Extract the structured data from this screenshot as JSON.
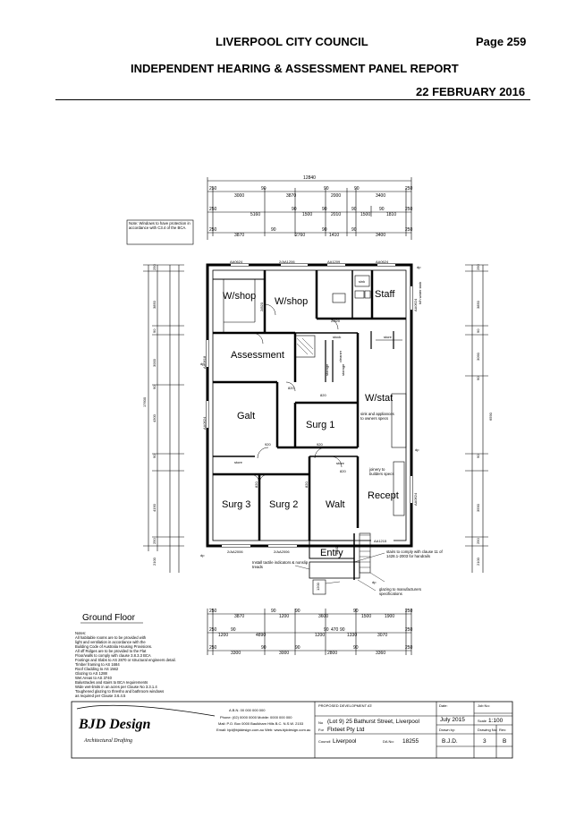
{
  "header": {
    "council": "LIVERPOOL CITY COUNCIL",
    "page": "Page 259",
    "report": "INDEPENDENT HEARING & ASSESSMENT PANEL REPORT",
    "date": "22 FEBRUARY 2016"
  },
  "plan": {
    "rooms": {
      "wshop1": "W/shop",
      "wshop2": "W/shop",
      "staff": "Staff",
      "assessment": "Assessment",
      "wstat": "W/stat",
      "galt": "Galt",
      "surg1": "Surg 1",
      "surg3": "Surg 3",
      "surg2": "Surg 2",
      "walt": "Walt",
      "recept": "Recept",
      "entry": "Entry"
    },
    "small_labels": {
      "sink": "sink",
      "stock": "stock",
      "store": "store",
      "storage": "storage",
      "cleaner": "cleaner",
      "sink_appliances": "sink and appliances to owners specs",
      "joinery": "joinery to builders specs",
      "hot_water": "h/h water tank"
    },
    "windows": {
      "top": [
        "AA0624",
        "2/AA1206",
        "AA1209",
        "AA0624"
      ],
      "left": [
        "AA0618",
        "AA0624"
      ],
      "right": [
        "AA0624",
        "AA0624"
      ],
      "bottom": [
        "2/AA2006",
        "2/AA2006",
        "AA1215"
      ]
    },
    "door_widths": [
      "2/820",
      "2/820",
      "820",
      "820",
      "920",
      "920",
      "820",
      "820",
      "820"
    ],
    "overall_width": "12840",
    "top_dims_row1": [
      "250",
      "3000",
      "90",
      "3870",
      "90",
      "2000",
      "90",
      "3400",
      "250"
    ],
    "top_dims_row2": [
      "250",
      "5160",
      "90",
      "1500",
      "90",
      "2010",
      "90",
      "1500",
      "90",
      "1810",
      "250"
    ],
    "top_dims_row3": [
      "250",
      "3870",
      "90",
      "2760",
      "90",
      "1410",
      "90",
      "3400",
      "250"
    ],
    "left_overall": "17600",
    "left_dims": [
      "250",
      "3850",
      "90",
      "3000",
      "90",
      "4300",
      "90",
      "4190",
      "250",
      "2100"
    ],
    "right_dims": [
      "250",
      "3850",
      "90",
      "3090",
      "90",
      "6590",
      "90",
      "3590",
      "250",
      "2100"
    ],
    "bottom_dims_row1": [
      "250",
      "3870",
      "90",
      "1200",
      "90",
      "3600",
      "90",
      "1500",
      "1900",
      "250"
    ],
    "bottom_dims_row2": [
      "250",
      "1200",
      "90",
      "4890",
      "1200",
      "90",
      "470",
      "90",
      "1330",
      "3070",
      "250"
    ],
    "bottom_dims_row3": [
      "250",
      "3300",
      "90",
      "3000",
      "90",
      "2800",
      "90",
      "3360",
      "250"
    ],
    "note_box": "Note: Windows to have protection in accordance with C3.4 of the BCA.",
    "annotations": {
      "tactile": "Install tactile indicators & nonslip treads",
      "stairs": "stairs to comply with clause 11 of 1428.1-2003 for handrails",
      "glazing": "glazing to manufacturers specifications",
      "dp": "dp",
      "dim_1000": "1000",
      "dim_1200": "1200"
    }
  },
  "title": "Ground Floor",
  "notes": [
    "Notes:",
    "All habitable rooms are to be provided with",
    "light and ventilation in accordance with the",
    "Building Code of Australia Housing Provisions.",
    "All off Ridges are to be provided to the Flat",
    "Floor/walls to comply with clause 3.8.3.3 BCA",
    "Footings and Slabs to AS 2870 or structural engineers detail.",
    "Timber framing to AS 1684",
    "Roof Cladding to AS 1562",
    "Glazing to AS 1288",
    "Wet Areas to AS 3740",
    "Balustrades and stairs to BCA requirements",
    "Wide wet-limits in an acres per Clause No 3.3.1.4",
    "Toughened glazing to thresho and bathroom windows",
    "as required per Clause 3.6.4.5"
  ],
  "title_block": {
    "logo_text": "BJD Design",
    "logo_sub": "Architectural Drafting",
    "abn": "A.B.N. 00 000 000 000",
    "phone_line": "Phone: (02) 0000 0000  Mobile: 0000 000 000",
    "mail_line": "Mail: P.O. Box 0000 Baulkham Hills B.C. N.S.W. 2153",
    "email_line": "Email: bjd@bjddesign.com.au  Web: www.bjddesign.com.au",
    "proposed_label": "PROPOSED DEVELOPMENT AT:",
    "address_prefix": "No",
    "address": "(Lot 9) 25 Bathurst Street, Liverpool",
    "client_prefix": "For",
    "client": "Flxteet Pty Ltd",
    "council_label": "Council",
    "council_value": "Liverpool",
    "da_label": "DA No:",
    "da_value": "18255",
    "date_label": "Date:",
    "date_value": "July 2015",
    "job_label": "Job No:",
    "scale_label": "Scale",
    "scale_value": "1:100",
    "drawn_label": "Drawn by:",
    "drawn_value": "B.J.D.",
    "dwg_label": "Drawing No:",
    "dwg_value": "3",
    "rev_label": "Rev:",
    "rev_value": "B"
  }
}
